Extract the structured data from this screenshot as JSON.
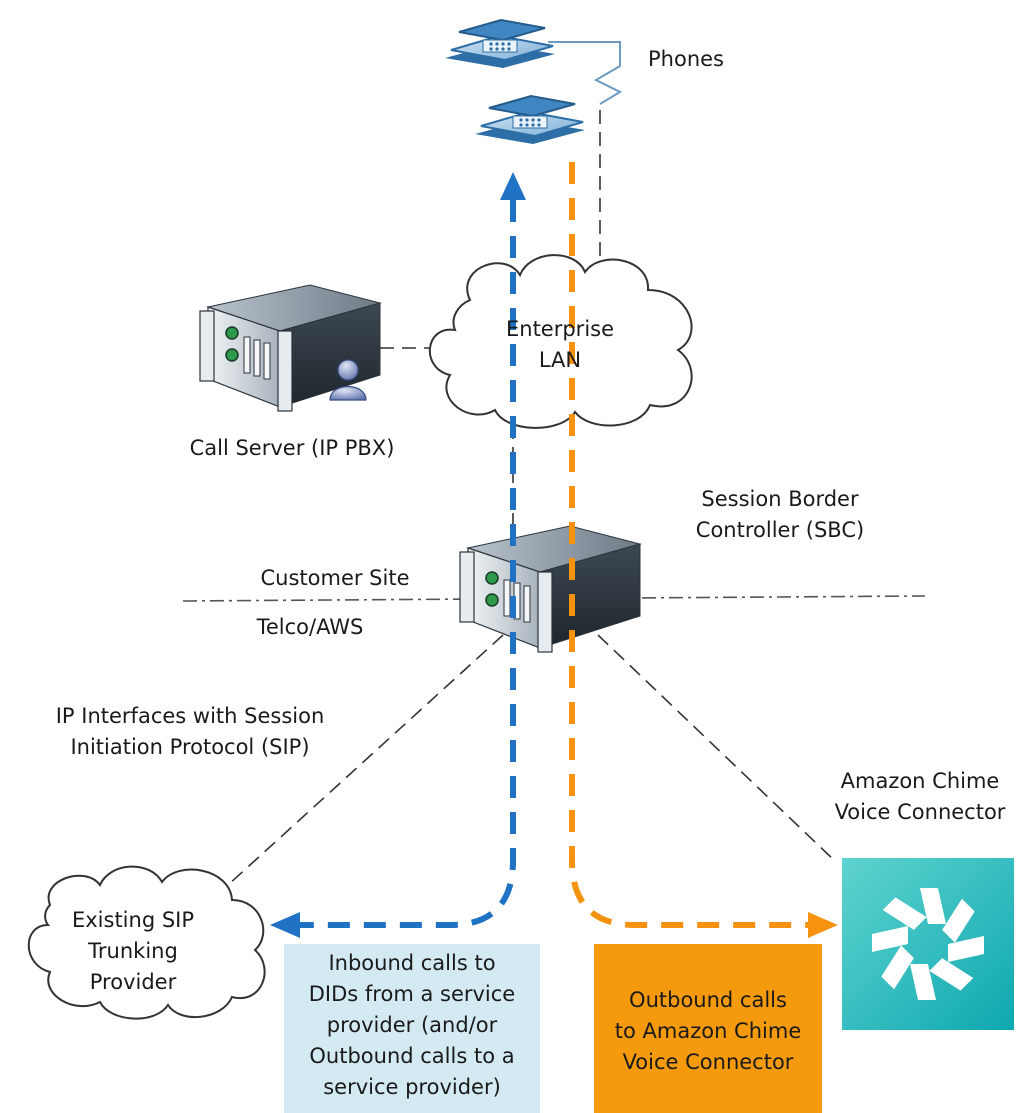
{
  "labels": {
    "phones": "Phones",
    "enterprise_lan": [
      "Enterprise",
      "LAN"
    ],
    "call_server": "Call Server (IP PBX)",
    "sbc": [
      "Session Border",
      "Controller (SBC)"
    ],
    "customer_site": "Customer Site",
    "telco_aws": "Telco/AWS",
    "ip_interfaces": [
      "IP Interfaces with Session",
      "Initiation Protocol (SIP)"
    ],
    "chime": [
      "Amazon Chime",
      "Voice Connector"
    ],
    "sip_provider": [
      "Existing SIP",
      "Trunking",
      "Provider"
    ]
  },
  "boxes": {
    "inbound": [
      "Inbound calls to",
      "DIDs from a service",
      "provider (and/or",
      "Outbound calls to a",
      "service provider)"
    ],
    "outbound": [
      "Outbound calls",
      "to Amazon Chime",
      "Voice Connector"
    ]
  },
  "colors": {
    "inbound_arrow": "#1f72c4",
    "outbound_arrow": "#f5920f",
    "inbound_box": "#d4eaf2",
    "outbound_box": "#f59a0c",
    "chime_tile": "#1ab5b8",
    "phone_body": "#4a8fc4",
    "server_body": "#4d5a66",
    "dashed_line": "#333333"
  },
  "icons": [
    "phone-icon",
    "server-icon",
    "user-icon",
    "cloud-icon",
    "amazon-chime-icon"
  ]
}
